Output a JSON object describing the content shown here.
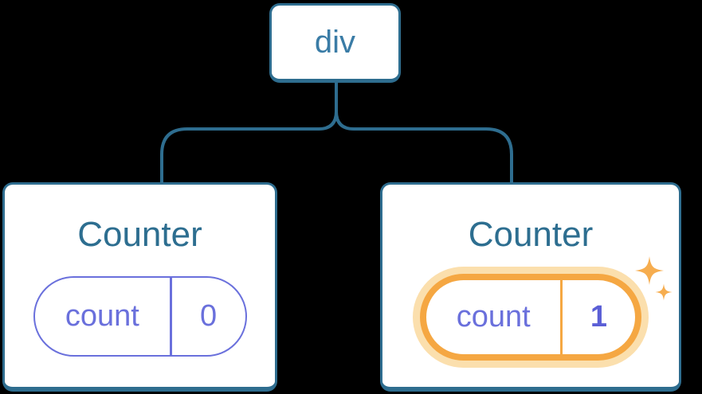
{
  "diagram": {
    "type": "component-tree",
    "root": {
      "label": "div"
    },
    "children": [
      {
        "title": "Counter",
        "state": {
          "key": "count",
          "value": "0"
        },
        "highlighted": false
      },
      {
        "title": "Counter",
        "state": {
          "key": "count",
          "value": "1"
        },
        "highlighted": true
      }
    ]
  },
  "colors": {
    "background": "#000000",
    "card_background": "#FFFFFF",
    "tree_line_and_border": "#2E6D8F",
    "root_label_text": "#3A7CA6",
    "card_title_text": "#2D6E90",
    "state_purple": "#6A70DC",
    "state_value_purple": "#5B5FD6",
    "highlight_orange": "#F5A742",
    "highlight_glow": "#FBDFAD",
    "sparkle_orange": "#F6AD4F"
  }
}
